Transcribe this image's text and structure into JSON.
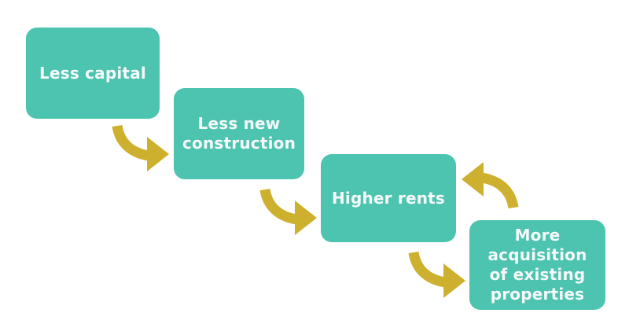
{
  "diagram": {
    "type": "flow-diagram",
    "colors": {
      "background": "#ffffff",
      "node_fill": "#4cc4b0",
      "arrow_fill": "#ceb02f",
      "node_text": "#f7f9f9"
    },
    "nodes": [
      {
        "id": "less-capital",
        "label": "Less capital"
      },
      {
        "id": "less-new-construction",
        "label": "Less new\nconstruction"
      },
      {
        "id": "higher-rents",
        "label": "Higher rents"
      },
      {
        "id": "more-acquisition",
        "label": "More\nacquisition\nof existing\nproperties"
      }
    ],
    "arrows": [
      {
        "from": "less-capital",
        "to": "less-new-construction",
        "direction": "down-right"
      },
      {
        "from": "less-new-construction",
        "to": "higher-rents",
        "direction": "down-right"
      },
      {
        "from": "higher-rents",
        "to": "more-acquisition",
        "direction": "down-right"
      },
      {
        "from": "more-acquisition",
        "to": "higher-rents",
        "direction": "up-left"
      }
    ]
  }
}
